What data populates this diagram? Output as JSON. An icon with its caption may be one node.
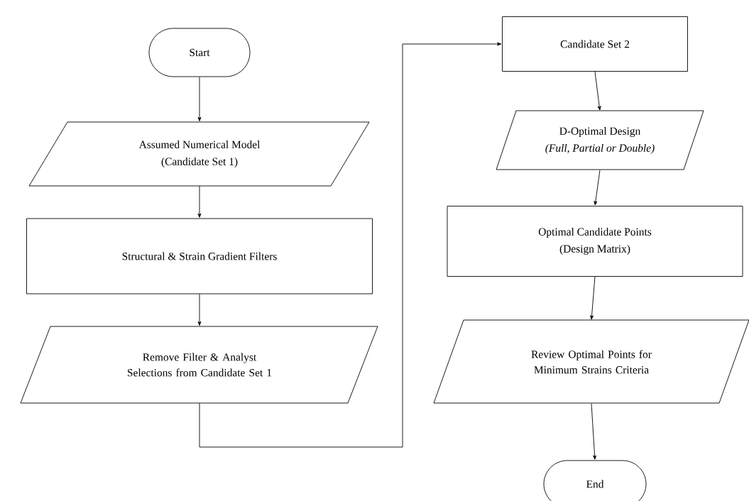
{
  "diagram": {
    "nodes": [
      {
        "text": [
          "Start"
        ]
      },
      {
        "text": [
          "Assumed Numerical Model",
          "(Candidate Set 1)"
        ]
      },
      {
        "text": [
          "Structural & Strain Gradient Filters"
        ]
      },
      {
        "text": [
          "Remove Filter & Analyst Selections from Candidate Set 1"
        ]
      },
      {
        "text": [
          "Candidate Set 2"
        ]
      },
      {
        "text": [
          "D-Optimal Design",
          "(Full, Partial or Double)"
        ]
      },
      {
        "text": [
          "Optimal Candidate Points",
          "(Design Matrix)"
        ]
      },
      {
        "text": [
          "Review Optimal Points for Minimum Strains Criteria"
        ]
      },
      {
        "text": [
          "End"
        ]
      }
    ],
    "edges": [
      {
        "from": 0,
        "to": 1,
        "arrow": "to"
      },
      {
        "from": 1,
        "to": 2,
        "arrow": "to"
      },
      {
        "from": 2,
        "to": 3,
        "arrow": "to"
      },
      {
        "from": 3,
        "to": 4,
        "arrow": "to"
      },
      {
        "from": 4,
        "to": 5,
        "arrow": "to"
      },
      {
        "from": 5,
        "to": 6,
        "arrow": "to"
      },
      {
        "from": 6,
        "to": 7,
        "arrow": "to"
      },
      {
        "from": 7,
        "to": 8,
        "arrow": "to"
      }
    ]
  }
}
